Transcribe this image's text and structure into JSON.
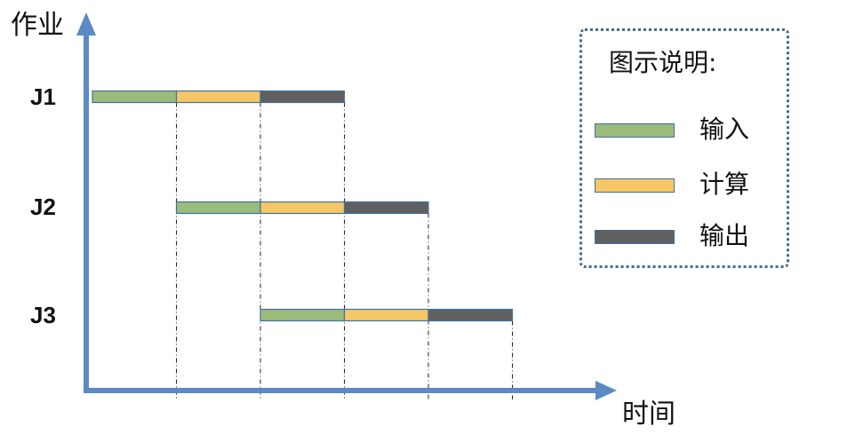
{
  "axes": {
    "y_label": "作业",
    "x_label": "时间"
  },
  "colors": {
    "axis": "#5b8ac4",
    "input": "#9bbb7b",
    "compute": "#f5c766",
    "output": "#606060",
    "bar_border": "#41729f",
    "legend_border": "#3f6b94"
  },
  "legend": {
    "title": "图示说明:",
    "items": [
      {
        "label": "输入",
        "kind": "input"
      },
      {
        "label": "计算",
        "kind": "compute"
      },
      {
        "label": "输出",
        "kind": "output"
      }
    ]
  },
  "jobs": [
    {
      "label": "J1",
      "segments": [
        {
          "kind": "input",
          "start": 0,
          "end": 1
        },
        {
          "kind": "compute",
          "start": 1,
          "end": 2
        },
        {
          "kind": "output",
          "start": 2,
          "end": 3
        }
      ]
    },
    {
      "label": "J2",
      "segments": [
        {
          "kind": "input",
          "start": 1,
          "end": 2
        },
        {
          "kind": "compute",
          "start": 2,
          "end": 3
        },
        {
          "kind": "output",
          "start": 3,
          "end": 4
        }
      ]
    },
    {
      "label": "J3",
      "segments": [
        {
          "kind": "input",
          "start": 2,
          "end": 3
        },
        {
          "kind": "compute",
          "start": 3,
          "end": 4
        },
        {
          "kind": "output",
          "start": 4,
          "end": 5
        }
      ]
    }
  ],
  "time_boundaries": [
    1,
    2,
    3,
    4,
    5
  ]
}
